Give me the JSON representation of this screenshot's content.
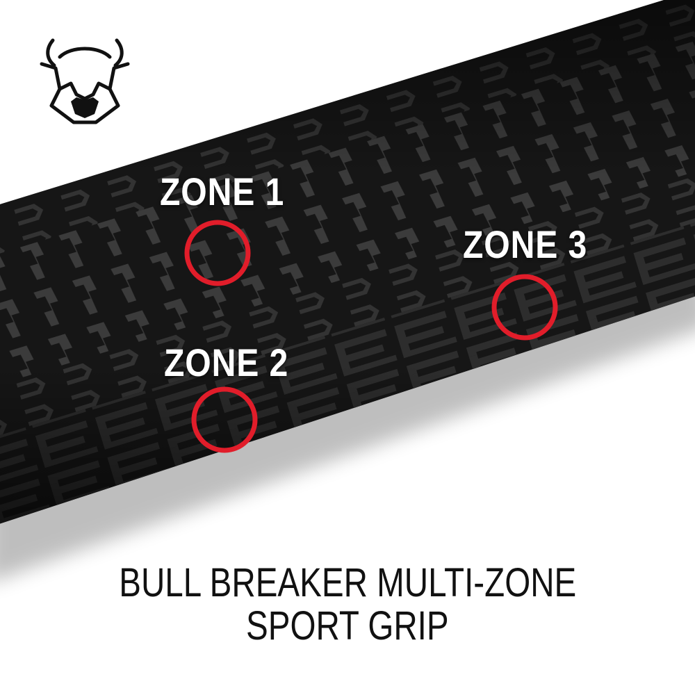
{
  "brand": {
    "logo_icon": "bull-head-icon"
  },
  "zones": [
    {
      "label": "ZONE 1",
      "icon": "circle-marker-icon"
    },
    {
      "label": "ZONE 2",
      "icon": "circle-marker-icon"
    },
    {
      "label": "ZONE 3",
      "icon": "circle-marker-icon"
    }
  ],
  "caption": {
    "line1": "BULL BREAKER MULTI-ZONE",
    "line2": "SPORT GRIP"
  },
  "colors": {
    "grip": "#161616",
    "pattern": "#3a3a3a",
    "marker": "#e11d2a",
    "text": "#ffffff",
    "caption": "#111111",
    "background": "#ffffff"
  }
}
